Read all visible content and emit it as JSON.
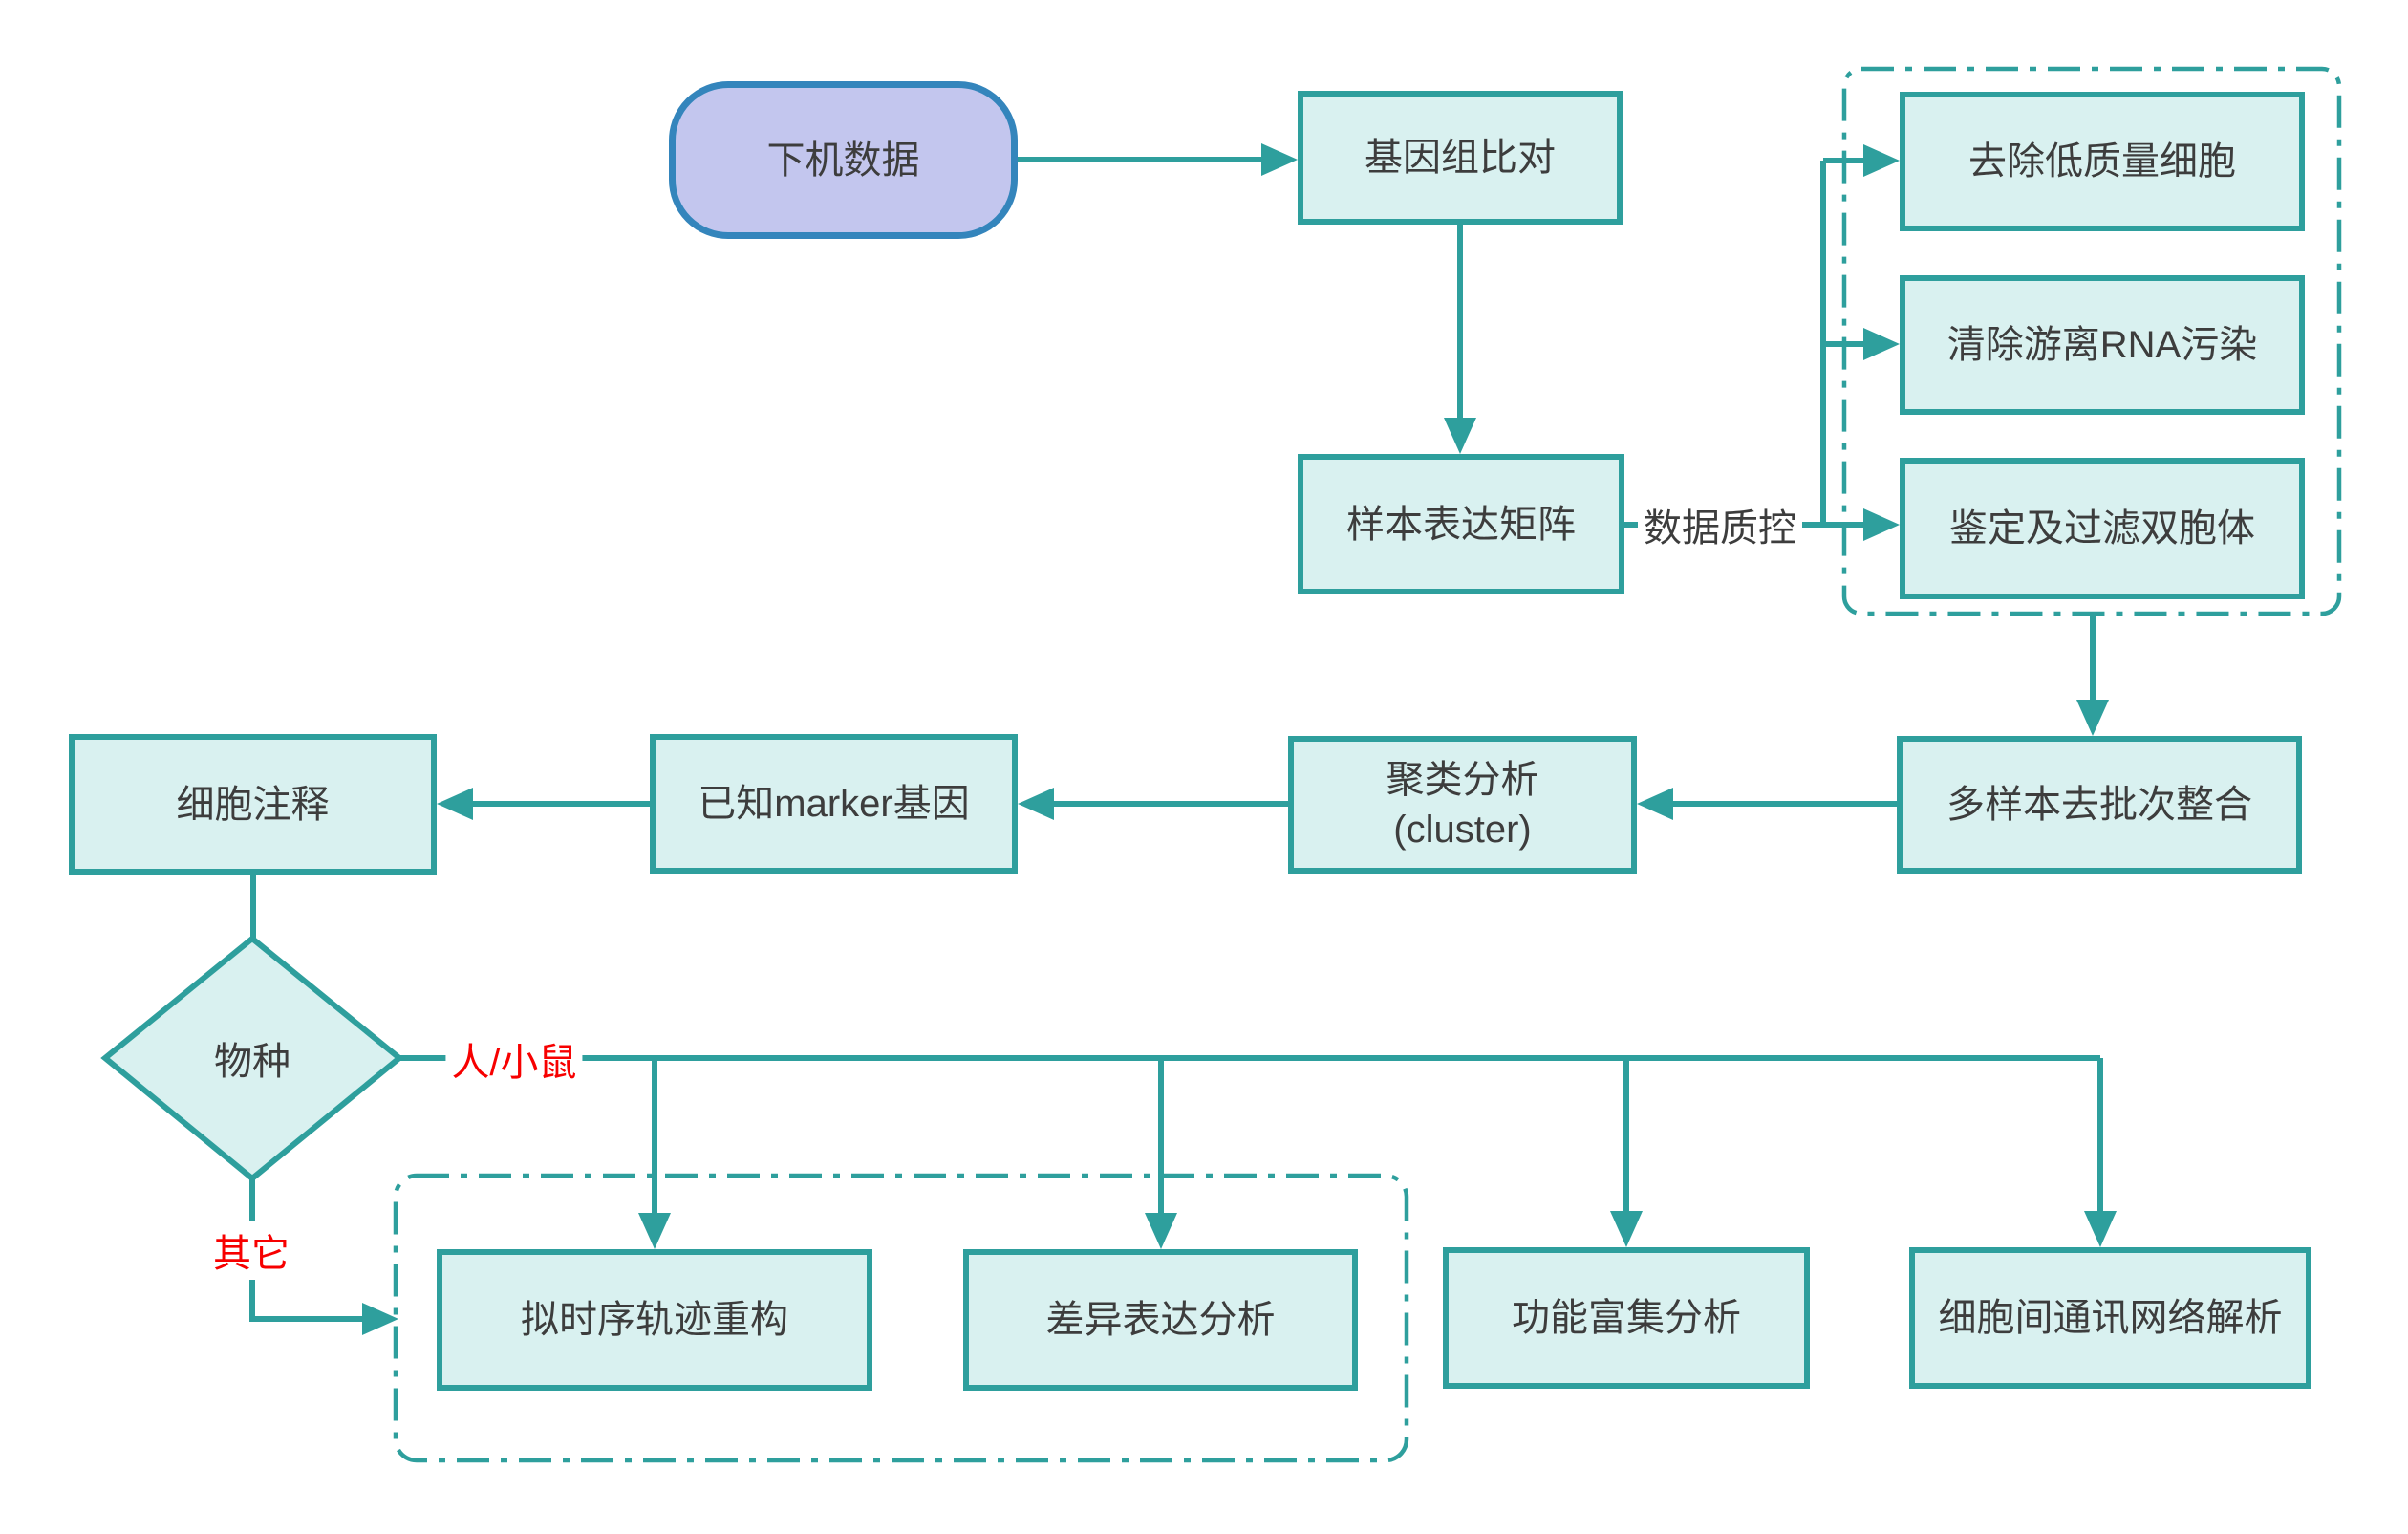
{
  "colors": {
    "node_fill": "#d9f1f0",
    "node_border": "#2e9f9d",
    "connector": "#2e9f9d",
    "start_fill": "#c3c6ee",
    "start_border": "#3485bc",
    "label_red": "#f70000",
    "text": "#3d3d3d",
    "background": "#ffffff"
  },
  "nodes": {
    "start": {
      "label": "下机数据"
    },
    "genome_alignment": {
      "label": "基因组比对"
    },
    "remove_low_quality_cells": {
      "label": "去除低质量细胞"
    },
    "remove_ambient_rna": {
      "label": "清除游离RNA污染"
    },
    "identify_filter_doublets": {
      "label": "鉴定及过滤双胞体"
    },
    "sample_expression_matrix": {
      "label": "样本表达矩阵"
    },
    "multi_sample_batch_integration": {
      "label": "多样本去批次整合"
    },
    "cluster_analysis": {
      "label": "聚类分析\n(cluster)"
    },
    "known_marker_genes": {
      "label": "已知marker基因"
    },
    "cell_annotation": {
      "label": "细胞注释"
    },
    "species_decision": {
      "label": "物种"
    },
    "pseudotime_trajectory": {
      "label": "拟时序轨迹重构"
    },
    "differential_expression": {
      "label": "差异表达分析"
    },
    "functional_enrichment": {
      "label": "功能富集分析"
    },
    "cell_communication": {
      "label": "细胞间通讯网络解析"
    }
  },
  "edge_labels": {
    "data_qc": "数据质控",
    "human_mouse": "人/小鼠",
    "other": "其它"
  }
}
